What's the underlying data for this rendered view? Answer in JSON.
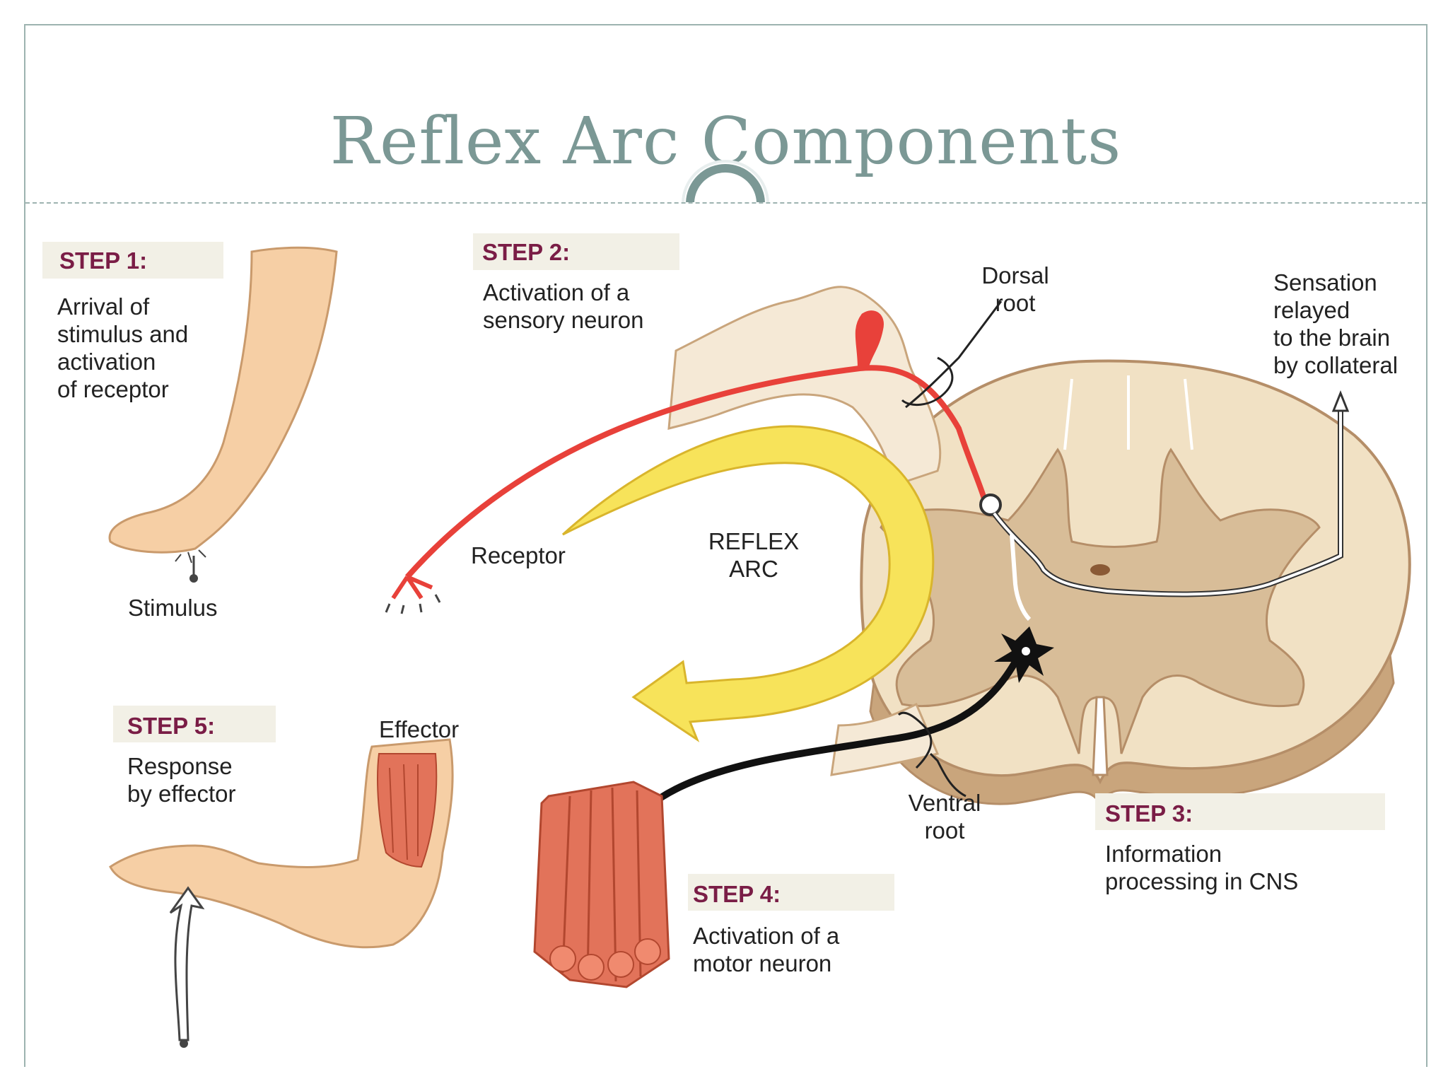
{
  "title": "Reflex Arc Components",
  "steps": [
    {
      "title": "STEP 1:",
      "text": "Arrival of\nstimulus and\nactivation\nof receptor"
    },
    {
      "title": "STEP 2:",
      "text": "Activation of a\nsensory neuron"
    },
    {
      "title": "STEP 3:",
      "text": "Information\nprocessing in CNS"
    },
    {
      "title": "STEP 4:",
      "text": "Activation of a\nmotor neuron"
    },
    {
      "title": "STEP 5:",
      "text": "Response\nby effector"
    }
  ],
  "labels": {
    "dorsal_root": "Dorsal\nroot",
    "sensation": "Sensation\nrelayed\nto the brain\nby collateral",
    "receptor": "Receptor",
    "reflex_arc": "REFLEX\nARC",
    "stimulus": "Stimulus",
    "effector": "Effector",
    "ventral_root": "Ventral\nroot"
  },
  "colors": {
    "title": "#7b9895",
    "frame": "#9db3b0",
    "step_title": "#7a1d46",
    "step_box": "#f2f0e6",
    "sensory_neuron": "#e8413a",
    "motor_neuron": "#111111",
    "reflex_arrow": "#f7e35a",
    "skin": "#f6cfa5",
    "spinal_white_matter": "#f1e1c4",
    "spinal_gray_matter": "#d8bd98",
    "muscle": "#e2735a"
  }
}
